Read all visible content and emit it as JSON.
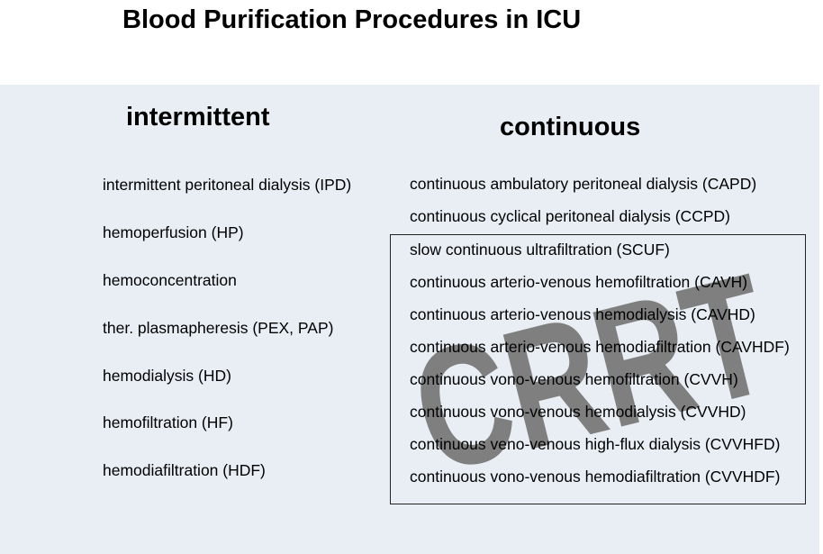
{
  "title": "Blood Purification Procedures in ICU",
  "intermittent": {
    "heading": "intermittent",
    "items": [
      "intermittent peritoneal dialysis (IPD)",
      "hemoperfusion (HP)",
      "hemoconcentration",
      "ther. plasmapheresis (PEX, PAP)",
      "hemodialysis (HD)",
      "hemofiltration (HF)",
      "hemodiafiltration (HDF)"
    ]
  },
  "continuous": {
    "heading": "continuous",
    "items": [
      "continuous ambulatory peritoneal dialysis (CAPD)",
      "continuous cyclical peritoneal dialysis (CCPD)",
      "slow continuous ultrafiltration (SCUF)",
      "continuous arterio-venous hemofiltration (CAVH)",
      "continuous arterio-venous hemodialysis (CAVHD)",
      "continuous arterio-venous hemodiafiltration (CAVHDF)",
      "continuous vono-venous hemofiltration (CVVH)",
      "continuous vono-venous hemodialysis (CVVHD)",
      "continuous veno-venous high-flux dialysis (CVVHFD)",
      "continuous vono-venous hemodiafiltration (CVVHDF)"
    ]
  },
  "watermark": {
    "text": "CRRT",
    "color": "#7f7f7f"
  }
}
